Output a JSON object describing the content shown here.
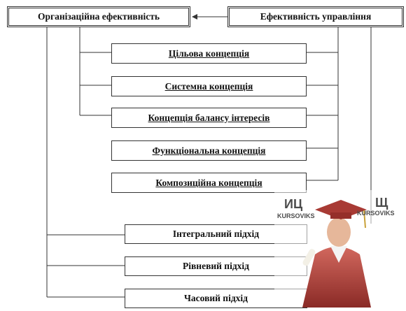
{
  "diagram": {
    "top_left": "Організаційна ефективність",
    "top_right": "Ефективність управління",
    "concepts": [
      "Цільова концепція",
      "Системна концепція",
      "Концепція балансу інтересів",
      "Функціональна концепція",
      "Композиційна концепція"
    ],
    "approaches": [
      "Інтегральний підхід",
      "Рівневий підхід",
      "Часовий підхід"
    ]
  },
  "watermark": {
    "letters_left": "ИЦ",
    "letters_right": "Щ",
    "brand_left": "KURSOVIKS",
    "brand_right": "KURSOVIKS"
  }
}
